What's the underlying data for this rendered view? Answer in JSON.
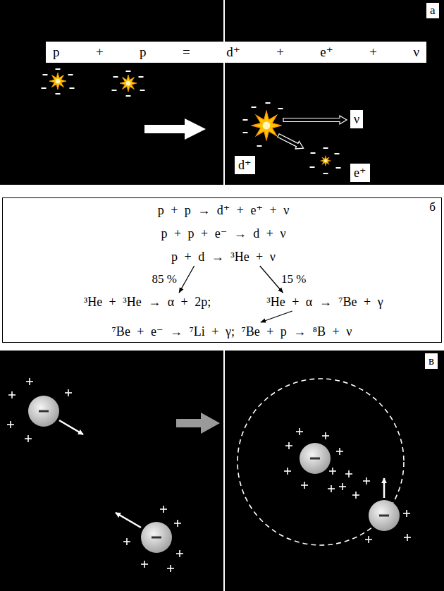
{
  "diagram": {
    "nodes": [
      {
        "text": [
          "а"
        ]
      },
      {
        "text": [
          "p + p = d⁺ + e⁺ + ν"
        ]
      },
      {
        "text": [
          "ν"
        ]
      },
      {
        "text": [
          "d⁺"
        ]
      },
      {
        "text": [
          "e⁺"
        ]
      },
      {
        "text": [
          "б"
        ]
      },
      {
        "text": [
          "p + p → d⁺ + e⁺ + ν"
        ],
        "in": 5
      },
      {
        "text": [
          "p + p + e⁻ → d + ν"
        ],
        "in": 5
      },
      {
        "text": [
          "p + d → ³He + ν"
        ],
        "in": 5
      },
      {
        "text": [
          "³He + ³He → α + 2p;"
        ],
        "in": 5
      },
      {
        "text": [
          "³He + α → ⁷Be + γ"
        ],
        "in": 5
      },
      {
        "text": [
          "⁷Be + e⁻ → ⁷Li + γ; ⁷Be + p → ⁸B + ν"
        ],
        "in": 5
      },
      {
        "text": [
          "в"
        ]
      }
    ],
    "edges": [
      {
        "from": 8,
        "to": 9,
        "arrow": "to",
        "label": "85 %"
      },
      {
        "from": 8,
        "to": 10,
        "arrow": "to",
        "label": "15 %"
      },
      {
        "from": 10,
        "to": 11,
        "arrow": "to"
      }
    ]
  }
}
